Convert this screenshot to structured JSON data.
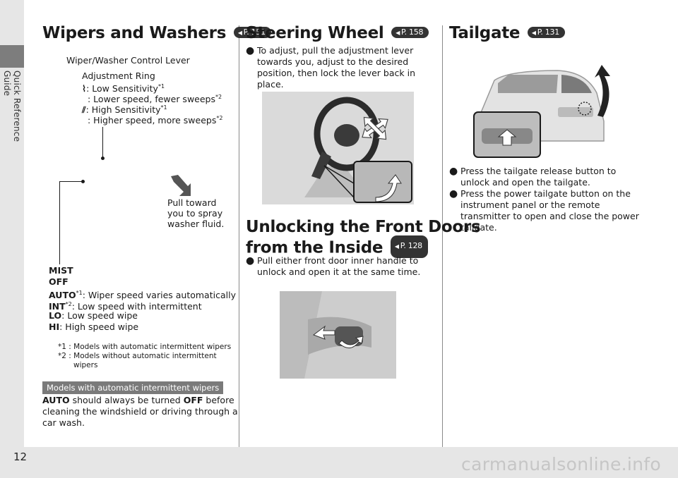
{
  "sidebar": {
    "label": "Quick Reference Guide"
  },
  "page": {
    "number": "12",
    "watermark": "carmanualsonline.info"
  },
  "wipers": {
    "title": "Wipers and Washers",
    "ref": "P. 151",
    "control_lever": "Wiper/Washer Control Lever",
    "ring_title": "Adjustment Ring",
    "ring_low": ": Low Sensitivity",
    "ring_low_sup": "*1",
    "ring_low_desc": ": Lower speed, fewer sweeps",
    "ring_low_desc_sup": "*2",
    "ring_high": ": High Sensitivity",
    "ring_high_sup": "*1",
    "ring_high_desc": ": Higher speed, more sweeps",
    "ring_high_desc_sup": "*2",
    "pull_line1": "Pull toward",
    "pull_line2": "you to spray",
    "pull_line3": "washer fluid.",
    "mode_mist": "MIST",
    "mode_off": "OFF",
    "mode_auto": "AUTO",
    "mode_auto_sup": "*1",
    "mode_auto_desc": ": Wiper speed varies automatically",
    "mode_int": "INT",
    "mode_int_sup": "*2",
    "mode_int_desc": ": Low speed with intermittent",
    "mode_lo": "LO",
    "mode_lo_desc": ": Low speed wipe",
    "mode_hi": "HI",
    "mode_hi_desc": ": High speed wipe",
    "fn1": "*1 : Models with automatic intermittent wipers",
    "fn2a": "*2 : Models without automatic intermittent",
    "fn2b": "wipers",
    "model_tag": "Models with automatic intermittent wipers",
    "note_auto": "AUTO",
    "note_a": " should always be turned ",
    "note_off": "OFF",
    "note_b": " before",
    "note_line2": "cleaning the windshield or driving through a",
    "note_line3": "car wash."
  },
  "steering": {
    "title": "Steering Wheel",
    "ref": "P. 158",
    "bullet": "To adjust, pull the adjustment lever towards you, adjust to the desired position, then lock the lever back in place."
  },
  "doors": {
    "title_line1": "Unlocking the Front Doors",
    "title_line2": "from the Inside",
    "ref": "P. 128",
    "bullet": "Pull either front door inner handle to unlock and open it at the same time."
  },
  "tailgate": {
    "title": "Tailgate",
    "ref": "P. 131",
    "bullet1": "Press the tailgate release button to unlock and open the tailgate.",
    "bullet2": "Press the power tailgate button on the instrument panel or the remote transmitter to open and close the power tailgate."
  },
  "icons": {
    "side": "vertical-tab",
    "bullet": "filled-circle",
    "ref": "page-reference-arrow",
    "wiper_low": "wiper-low-sensitivity-icon",
    "wiper_high": "wiper-high-sensitivity-icon"
  },
  "colors": {
    "band": "#e6e6e6",
    "tab": "#7d7d7d",
    "tag": "#7a7a7a",
    "ref": "#333333"
  }
}
